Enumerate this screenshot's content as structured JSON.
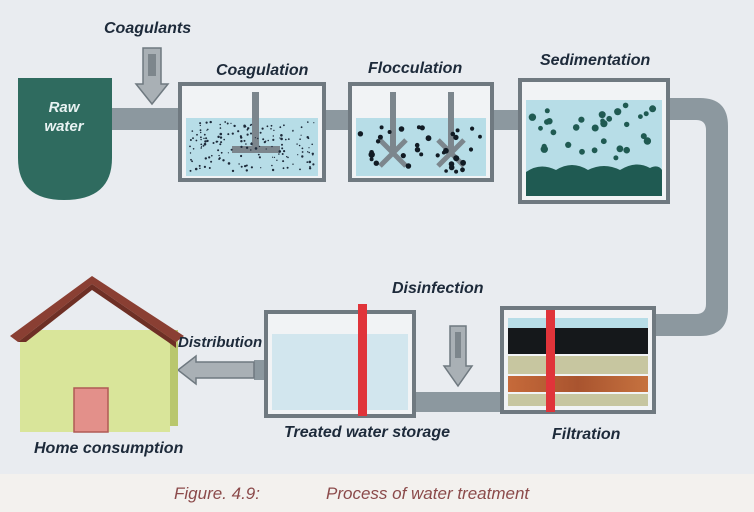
{
  "labels": {
    "coagulants": "Coagulants",
    "raw_water_line1": "Raw",
    "raw_water_line2": "water",
    "coagulation": "Coagulation",
    "flocculation": "Flocculation",
    "sedimentation": "Sedimentation",
    "disinfection": "Disinfection",
    "distribution": "Distribution",
    "treated_water_storage": "Treated water storage",
    "filtration": "Filtration",
    "home_consumption": "Home consumption"
  },
  "caption": {
    "number": "Figure. 4.9:",
    "title": "Process of water treatment"
  },
  "colors": {
    "water": "#b7dde7",
    "raw_water": "#2f6b5f",
    "sediment": "#1f5a52",
    "pipe": "#8c989f",
    "tank_border": "#6f7980",
    "barrier": "#e0343a",
    "roof": "#8a3f33",
    "house_wall": "#d9e59a",
    "door": "#e3908a",
    "caption": "#8b4a4a"
  }
}
